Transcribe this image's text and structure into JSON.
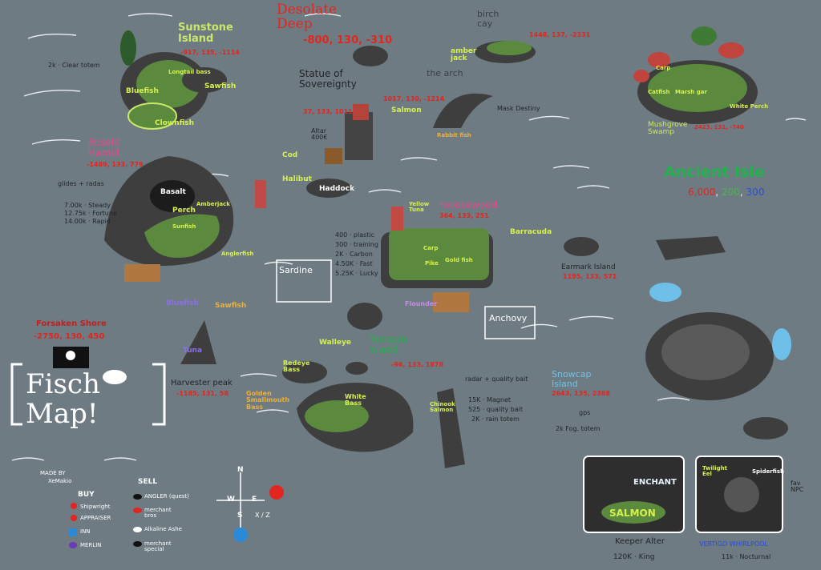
{
  "map": {
    "title": "Fisch\nMap!",
    "made_by": "MADE BY",
    "author": "XeMakio",
    "clear_totem": "2k · Clear totem",
    "fog_totem": "2k Fog. totem",
    "rain_totem": "2K · rain totem"
  },
  "locations": {
    "sunstone": {
      "name": "Sunstone Island",
      "coords": "-917, 135, -1114",
      "fish": [
        "Sawfish",
        "Bluefish",
        "Clownfish",
        "Longtail bass"
      ]
    },
    "roselit": {
      "name": "Roselit Hamlit",
      "coords": "-1489, 133, 779",
      "rods_title": "glides + radas",
      "rods": [
        "7.00k · Steady",
        "12.75k · Fortune",
        "14.00k · Rapid"
      ],
      "fish": [
        "Basalt",
        "Perch",
        "Amberjack",
        "Sunfish",
        "Anglerfish"
      ]
    },
    "desolate": {
      "name": "Desolate Deep",
      "coords": "-800, 130, -310"
    },
    "statue": {
      "name": "Statue of Sovereignty",
      "coords": "37, 133, 1011",
      "altar": "Altar 400€"
    },
    "arch": {
      "name": "the arch",
      "coords": "1017, 130, -1214",
      "fish": "Salmon",
      "extra": "Rabbit fish",
      "note": "Mask Destiny"
    },
    "birch": {
      "name": "birch cay",
      "coords": "1448, 137, -2331",
      "fish": "amber jack"
    },
    "mushgrove": {
      "name": "Mushgrove Swamp",
      "coords": "2423, 131, -740",
      "fish": [
        "Carp",
        "Marsh gar",
        "White Perch",
        "Catfish"
      ]
    },
    "ancient": {
      "name": "Ancient Isle",
      "x": "6,000",
      "y": "200",
      "z": "300"
    },
    "moosewood": {
      "name": "moosewood",
      "coords": "364, 133, 251",
      "rods": [
        "400 · plastic",
        "300 · training",
        "2K · Carbon",
        "4.50K · Fast",
        "5.25K · Lucky"
      ],
      "fish": [
        "Yellow Tuna",
        "Carp",
        "Pike",
        "Gold fish",
        "Flounder",
        "Cod",
        "Halibut",
        "Haddock",
        "Barracuda"
      ]
    },
    "sardine": {
      "name": "Sardine"
    },
    "anchovy": {
      "name": "Anchovy"
    },
    "earmark": {
      "name": "Earmark Island",
      "coords": "1195, 133, 571"
    },
    "terrapin": {
      "name": "Terrapin Island",
      "coords": "-96, 133, 1878",
      "fish": [
        "Walleye",
        "Redeye Bass",
        "Golden Smallmouth Bass",
        "White Bass",
        "Chinook Salmon"
      ],
      "shop_title": "radar + quality bait",
      "shop": [
        "15K · Magnet",
        "525 · quality bait"
      ]
    },
    "snowcap": {
      "name": "Snowcap Island",
      "coords": "2643, 135, 2388",
      "note": "gps"
    },
    "forsaken": {
      "name": "Forsaken Shore",
      "coords": "-2750, 130, 450"
    },
    "harvester": {
      "name": "Harvester peak",
      "coords": "-1185, 131, 58",
      "fish": [
        "Bluefish",
        "Tuna",
        "Sawfish"
      ]
    },
    "vertigo": {
      "name": "VERTIGO WHIRLPOOL",
      "fish": [
        "Twilight Eel",
        "Spiderfish"
      ],
      "price": "11k · Nocturnal",
      "npc": "fav NPC"
    },
    "keeper": {
      "name": "Keeper Alter",
      "enchant": "ENCHANT",
      "fish": "SALMON",
      "price": "120K · King"
    }
  },
  "legend": {
    "buy_title": "BUY",
    "buy": [
      "Shipwright",
      "APPRAISER",
      "INN",
      "MERLIN"
    ],
    "sell_title": "SELL",
    "sell": [
      "ANGLER (quest)",
      "merchant bros",
      "Alkaline Ashe",
      "merchant special"
    ],
    "compass": [
      "N",
      "E",
      "S",
      "W"
    ],
    "xz": "X / Z"
  },
  "colors": {
    "water": "#6f7b83",
    "land": "#5b8a3e",
    "rock": "#4a4a4a",
    "accent": "#c9e86a"
  }
}
